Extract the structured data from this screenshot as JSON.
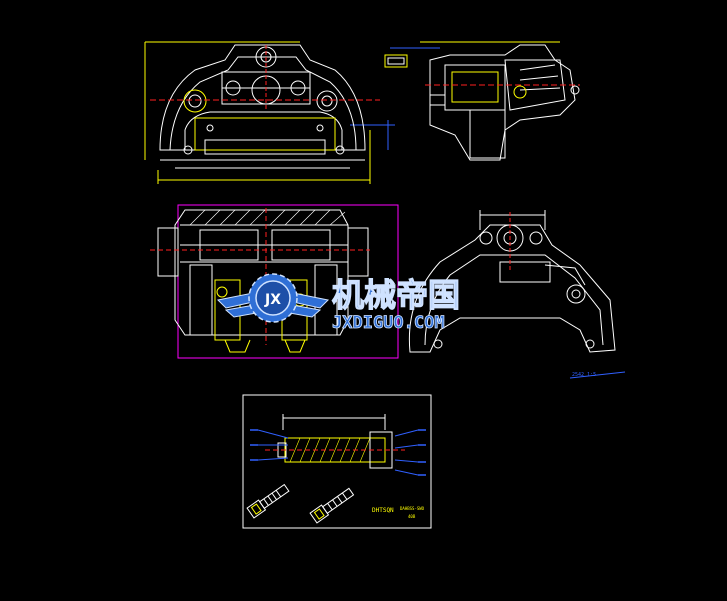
{
  "colors": {
    "background": "#000000",
    "white": "#ffffff",
    "yellow": "#ffff00",
    "blue": "#3060ff",
    "magenta": "#ff00ff",
    "red": "#ff2020",
    "watermark_blue": "#2f6fd6",
    "watermark_light": "#cfe2ff"
  },
  "watermark": {
    "cn": "机械帝国",
    "en": "JXDIGUO.COM",
    "logo_letters": "JX"
  },
  "labels": {
    "view_note": "2542 1:5",
    "detail_title": "DHTSQN",
    "detail_ref": "DAHBSS-SWO",
    "detail_ref2": "40B"
  }
}
